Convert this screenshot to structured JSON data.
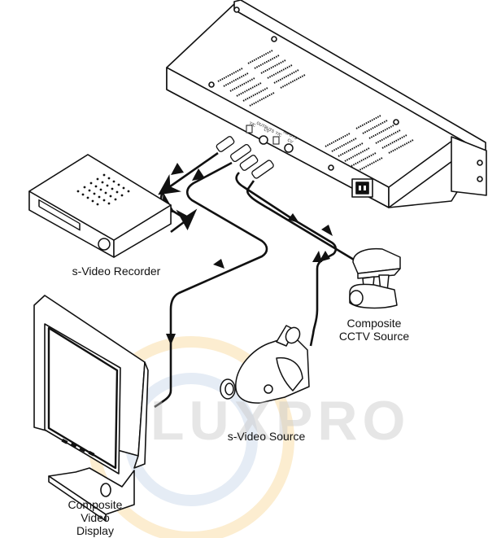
{
  "diagram": {
    "devices": [
      {
        "id": "rack-unit",
        "label": ""
      },
      {
        "id": "recorder",
        "label": "S-Video Recorder"
      },
      {
        "id": "display",
        "label": "Composite Video Display"
      },
      {
        "id": "camcorder",
        "label": "S-Video Source"
      },
      {
        "id": "cctv",
        "label": "Composite CCTV Source"
      }
    ],
    "labels": {
      "recorder": "s-Video Recorder",
      "cctv_line1": "Composite",
      "cctv_line2": "CCTV Source",
      "camcorder": "s-Video Source",
      "display_line1": "Composite",
      "display_line2": "Video",
      "display_line3": "Display"
    },
    "ports": {
      "outputs": "OUTPUTS",
      "inputs": "INPUTS",
      "yc": "Y/C",
      "cv": "CV"
    },
    "watermark": "LUXPRO",
    "connections": [
      {
        "from": "rack-unit.outputs.Y/C",
        "to": "recorder"
      },
      {
        "from": "rack-unit.outputs.CV",
        "to": "display"
      },
      {
        "from": "camcorder",
        "to": "rack-unit.inputs.Y/C"
      },
      {
        "from": "cctv",
        "to": "rack-unit.inputs.CV"
      }
    ]
  }
}
